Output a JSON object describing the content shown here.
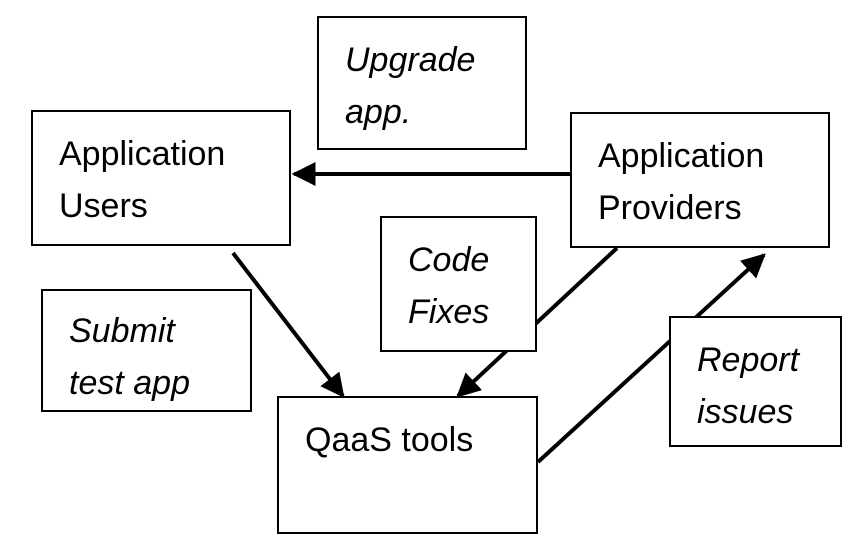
{
  "diagram": {
    "nodes": {
      "upgrade_app": {
        "text": "Upgrade\napp."
      },
      "application_users": {
        "text": "Application\nUsers"
      },
      "application_providers": {
        "text": "Application\nProviders"
      },
      "code_fixes": {
        "text": "Code\nFixes"
      },
      "submit_test_app": {
        "text": "Submit\ntest app"
      },
      "qaas_tools": {
        "text": "QaaS tools"
      },
      "report_issues": {
        "text": "Report\nissues"
      }
    },
    "colors": {
      "stroke": "#000000",
      "background": "#ffffff"
    },
    "edges": [
      {
        "from": "application_providers",
        "to": "application_users",
        "label": "upgrade_app"
      },
      {
        "from": "application_users",
        "to": "qaas_tools",
        "label": "submit_test_app"
      },
      {
        "from": "application_providers",
        "to": "qaas_tools",
        "label": "code_fixes"
      },
      {
        "from": "qaas_tools",
        "to": "application_providers",
        "label": "report_issues"
      }
    ]
  }
}
